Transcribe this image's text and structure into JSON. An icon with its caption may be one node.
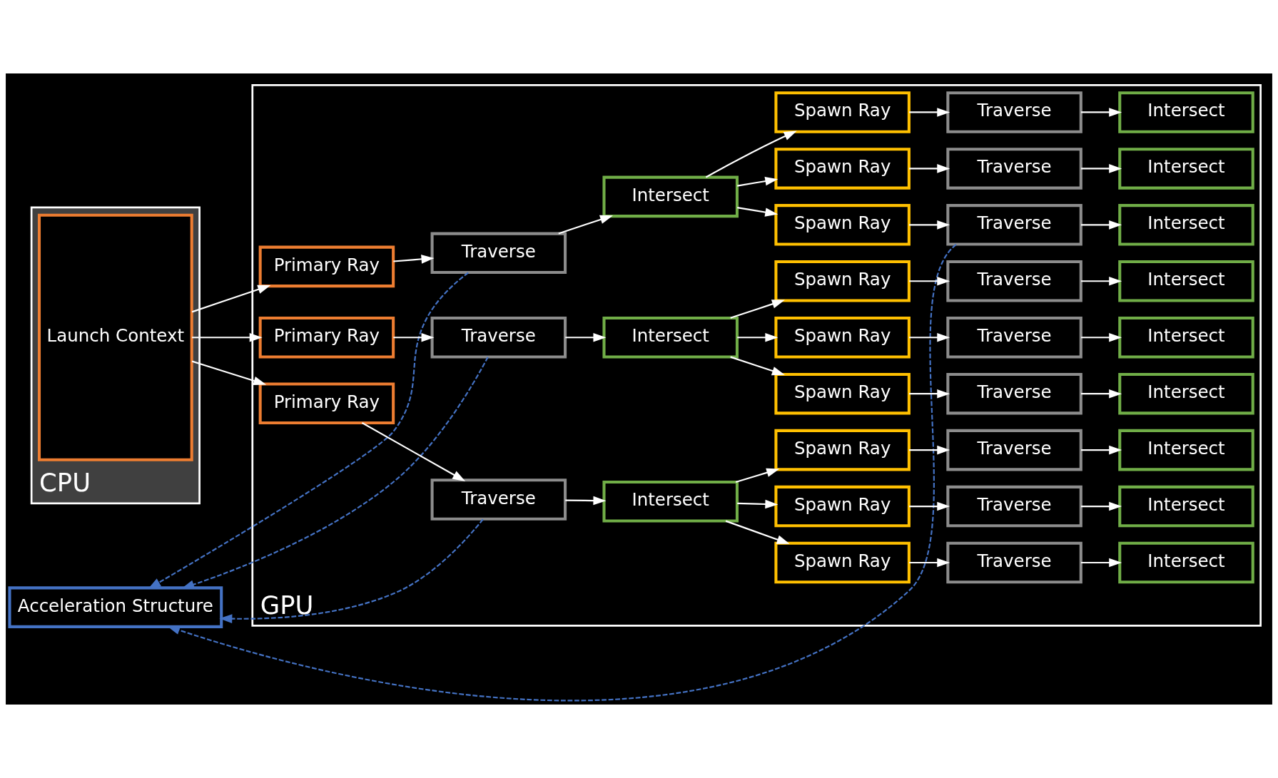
{
  "diagram": {
    "nodes": [
      {
        "text": [
          "CPU"
        ]
      },
      {
        "text": [
          "GPU"
        ]
      },
      {
        "text": [
          "Acceleration Structure"
        ]
      },
      {
        "text": [
          "Launch Context"
        ],
        "in": 0
      },
      {
        "text": [
          "Primary Ray"
        ],
        "in": 1
      },
      {
        "text": [
          "Traverse"
        ],
        "in": 1
      },
      {
        "text": [
          "Intersect"
        ],
        "in": 1
      },
      {
        "text": [
          "Spawn Ray"
        ],
        "in": 1
      },
      {
        "text": [
          "Traverse"
        ],
        "in": 1
      },
      {
        "text": [
          "Intersect"
        ],
        "in": 1
      },
      {
        "text": [
          "Spawn Ray"
        ],
        "in": 1
      },
      {
        "text": [
          "Traverse"
        ],
        "in": 1
      },
      {
        "text": [
          "Intersect"
        ],
        "in": 1
      },
      {
        "text": [
          "Spawn Ray"
        ],
        "in": 1
      },
      {
        "text": [
          "Traverse"
        ],
        "in": 1
      },
      {
        "text": [
          "Intersect"
        ],
        "in": 1
      },
      {
        "text": [
          "Primary Ray"
        ],
        "in": 1
      },
      {
        "text": [
          "Traverse"
        ],
        "in": 1
      },
      {
        "text": [
          "Intersect"
        ],
        "in": 1
      },
      {
        "text": [
          "Spawn Ray"
        ],
        "in": 1
      },
      {
        "text": [
          "Traverse"
        ],
        "in": 1
      },
      {
        "text": [
          "Intersect"
        ],
        "in": 1
      },
      {
        "text": [
          "Spawn Ray"
        ],
        "in": 1
      },
      {
        "text": [
          "Traverse"
        ],
        "in": 1
      },
      {
        "text": [
          "Intersect"
        ],
        "in": 1
      },
      {
        "text": [
          "Spawn Ray"
        ],
        "in": 1
      },
      {
        "text": [
          "Traverse"
        ],
        "in": 1
      },
      {
        "text": [
          "Intersect"
        ],
        "in": 1
      },
      {
        "text": [
          "Primary Ray"
        ],
        "in": 1
      },
      {
        "text": [
          "Traverse"
        ],
        "in": 1
      },
      {
        "text": [
          "Intersect"
        ],
        "in": 1
      },
      {
        "text": [
          "Spawn Ray"
        ],
        "in": 1
      },
      {
        "text": [
          "Traverse"
        ],
        "in": 1
      },
      {
        "text": [
          "Intersect"
        ],
        "in": 1
      },
      {
        "text": [
          "Spawn Ray"
        ],
        "in": 1
      },
      {
        "text": [
          "Traverse"
        ],
        "in": 1
      },
      {
        "text": [
          "Intersect"
        ],
        "in": 1
      },
      {
        "text": [
          "Spawn Ray"
        ],
        "in": 1
      },
      {
        "text": [
          "Traverse"
        ],
        "in": 1
      },
      {
        "text": [
          "Intersect"
        ],
        "in": 1
      }
    ],
    "edges": [
      {
        "from": 3,
        "to": 4,
        "arrow": "to"
      },
      {
        "from": 3,
        "to": 16,
        "arrow": "to"
      },
      {
        "from": 3,
        "to": 28,
        "arrow": "to"
      },
      {
        "from": 4,
        "to": 5,
        "arrow": "to"
      },
      {
        "from": 5,
        "to": 6,
        "arrow": "to"
      },
      {
        "from": 6,
        "to": 7,
        "arrow": "to"
      },
      {
        "from": 6,
        "to": 10,
        "arrow": "to"
      },
      {
        "from": 6,
        "to": 13,
        "arrow": "to"
      },
      {
        "from": 7,
        "to": 8,
        "arrow": "to"
      },
      {
        "from": 8,
        "to": 9,
        "arrow": "to"
      },
      {
        "from": 10,
        "to": 11,
        "arrow": "to"
      },
      {
        "from": 11,
        "to": 12,
        "arrow": "to"
      },
      {
        "from": 13,
        "to": 14,
        "arrow": "to"
      },
      {
        "from": 14,
        "to": 15,
        "arrow": "to"
      },
      {
        "from": 16,
        "to": 17,
        "arrow": "to"
      },
      {
        "from": 17,
        "to": 18,
        "arrow": "to"
      },
      {
        "from": 18,
        "to": 19,
        "arrow": "to"
      },
      {
        "from": 18,
        "to": 22,
        "arrow": "to"
      },
      {
        "from": 18,
        "to": 25,
        "arrow": "to"
      },
      {
        "from": 19,
        "to": 20,
        "arrow": "to"
      },
      {
        "from": 20,
        "to": 21,
        "arrow": "to"
      },
      {
        "from": 22,
        "to": 23,
        "arrow": "to"
      },
      {
        "from": 23,
        "to": 24,
        "arrow": "to"
      },
      {
        "from": 25,
        "to": 26,
        "arrow": "to"
      },
      {
        "from": 26,
        "to": 27,
        "arrow": "to"
      },
      {
        "from": 28,
        "to": 29,
        "arrow": "to"
      },
      {
        "from": 29,
        "to": 30,
        "arrow": "to"
      },
      {
        "from": 30,
        "to": 31,
        "arrow": "to"
      },
      {
        "from": 30,
        "to": 34,
        "arrow": "to"
      },
      {
        "from": 30,
        "to": 37,
        "arrow": "to"
      },
      {
        "from": 31,
        "to": 32,
        "arrow": "to"
      },
      {
        "from": 32,
        "to": 33,
        "arrow": "to"
      },
      {
        "from": 34,
        "to": 35,
        "arrow": "to"
      },
      {
        "from": 35,
        "to": 36,
        "arrow": "to"
      },
      {
        "from": 37,
        "to": 38,
        "arrow": "to"
      },
      {
        "from": 38,
        "to": 39,
        "arrow": "to"
      },
      {
        "from": 5,
        "to": 2,
        "arrow": "to",
        "style": "dashed",
        "color": "#4472c4"
      },
      {
        "from": 17,
        "to": 2,
        "arrow": "to",
        "style": "dashed",
        "color": "#4472c4"
      },
      {
        "from": 29,
        "to": 2,
        "arrow": "to",
        "style": "dashed",
        "color": "#4472c4"
      },
      {
        "from": 8,
        "to": 2,
        "arrow": "to",
        "style": "dashed",
        "color": "#4472c4"
      }
    ]
  }
}
